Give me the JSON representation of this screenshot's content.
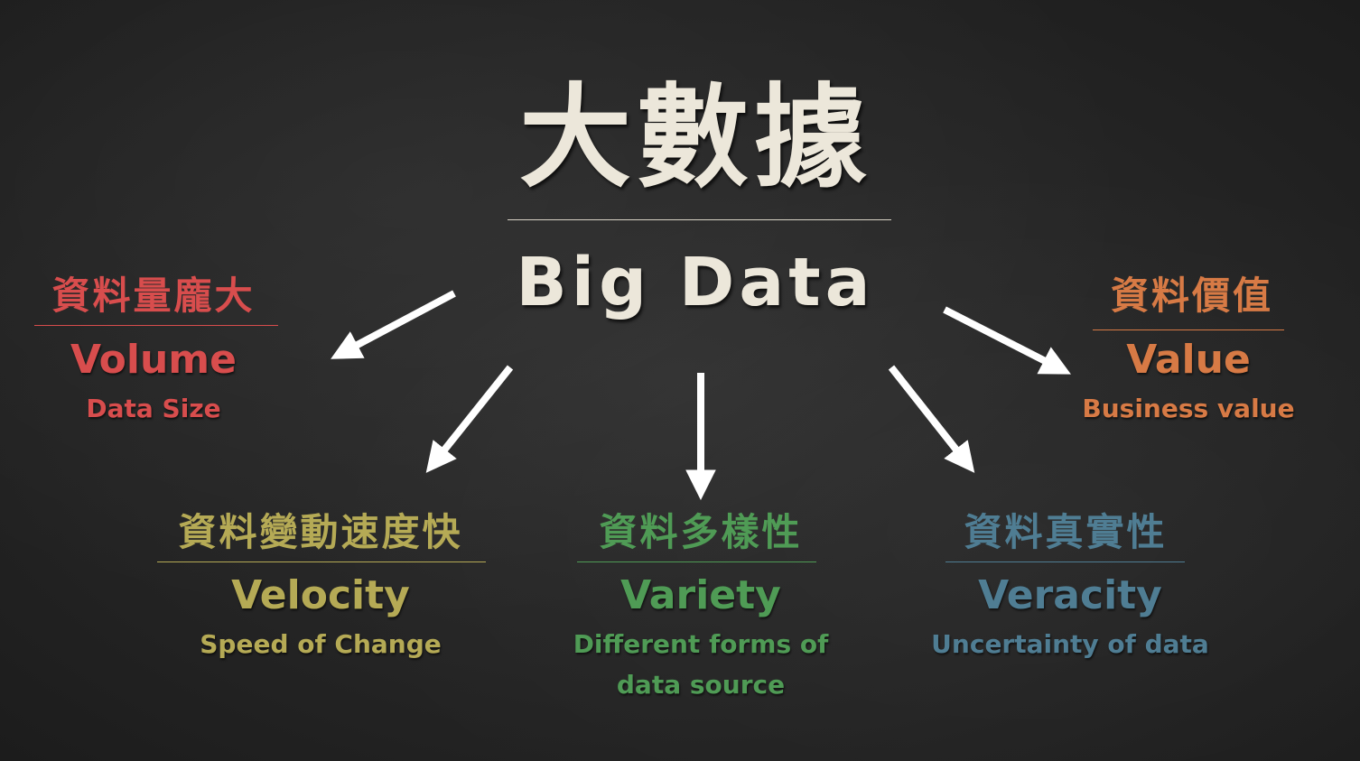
{
  "title": {
    "zh": "大數據",
    "en": "Big Data"
  },
  "colors": {
    "title": "#ece7da",
    "arrow": "#ffffff",
    "volume": "#d84d4d",
    "velocity": "#b5aa55",
    "variety": "#4f9b55",
    "veracity": "#4f7d93",
    "value": "#d77a45"
  },
  "nodes": {
    "volume": {
      "zh": "資料量龐大",
      "en": "Volume",
      "sub": [
        "Data Size"
      ]
    },
    "velocity": {
      "zh": "資料變動速度快",
      "en": "Velocity",
      "sub": [
        "Speed of Change"
      ]
    },
    "variety": {
      "zh": "資料多樣性",
      "en": "Variety",
      "sub": [
        "Different forms of",
        "data source"
      ]
    },
    "veracity": {
      "zh": "資料真實性",
      "en": "Veracity",
      "sub": [
        "Uncertainty of data"
      ]
    },
    "value": {
      "zh": "資料價值",
      "en": "Value",
      "sub": [
        "Business value"
      ]
    }
  }
}
